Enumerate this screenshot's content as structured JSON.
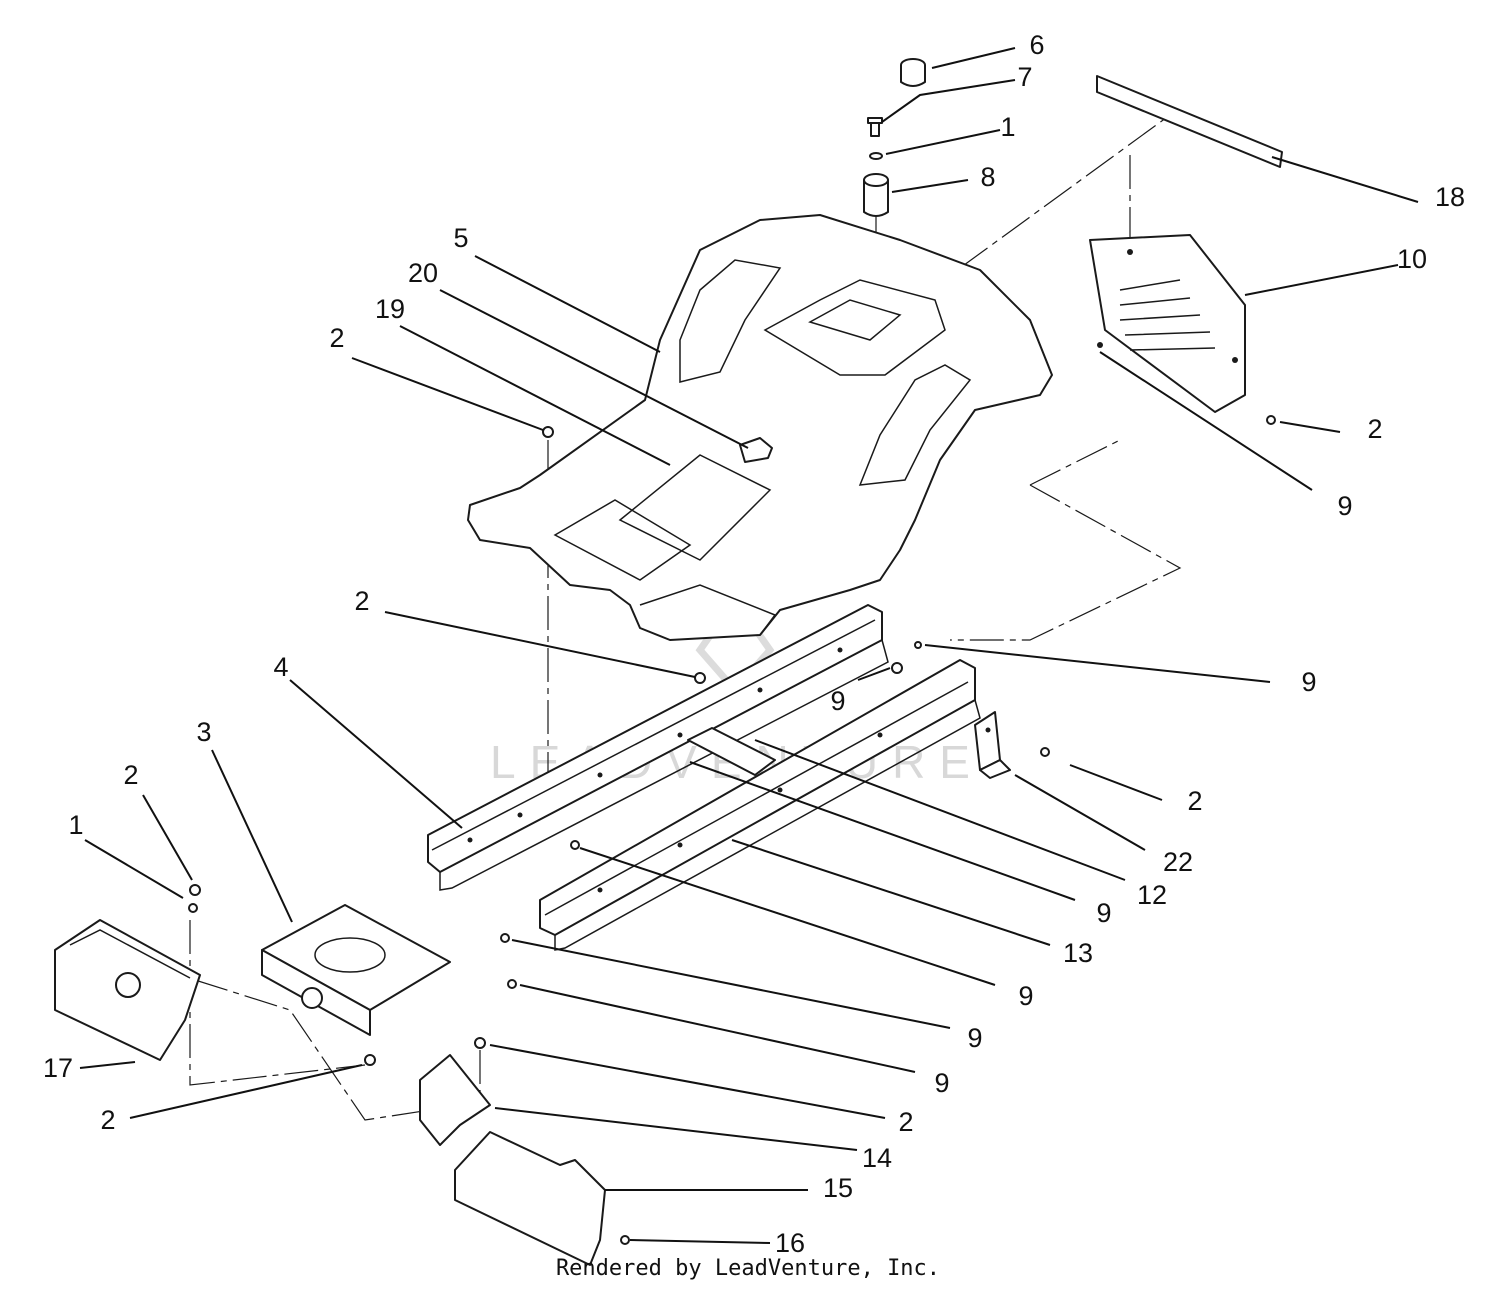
{
  "diagram": {
    "callouts": [
      {
        "label": "6"
      },
      {
        "label": "7"
      },
      {
        "label": "1"
      },
      {
        "label": "8"
      },
      {
        "label": "18"
      },
      {
        "label": "5"
      },
      {
        "label": "20"
      },
      {
        "label": "19"
      },
      {
        "label": "2"
      },
      {
        "label": "10"
      },
      {
        "label": "2"
      },
      {
        "label": "9"
      },
      {
        "label": "2"
      },
      {
        "label": "9"
      },
      {
        "label": "9"
      },
      {
        "label": "4"
      },
      {
        "label": "3"
      },
      {
        "label": "2"
      },
      {
        "label": "1"
      },
      {
        "label": "2"
      },
      {
        "label": "22"
      },
      {
        "label": "12"
      },
      {
        "label": "9"
      },
      {
        "label": "13"
      },
      {
        "label": "9"
      },
      {
        "label": "9"
      },
      {
        "label": "9"
      },
      {
        "label": "17"
      },
      {
        "label": "2"
      },
      {
        "label": "2"
      },
      {
        "label": "14"
      },
      {
        "label": "15"
      },
      {
        "label": "16"
      }
    ],
    "footer": "Rendered by LeadVenture, Inc.",
    "watermark": "LEADVENTURE"
  }
}
